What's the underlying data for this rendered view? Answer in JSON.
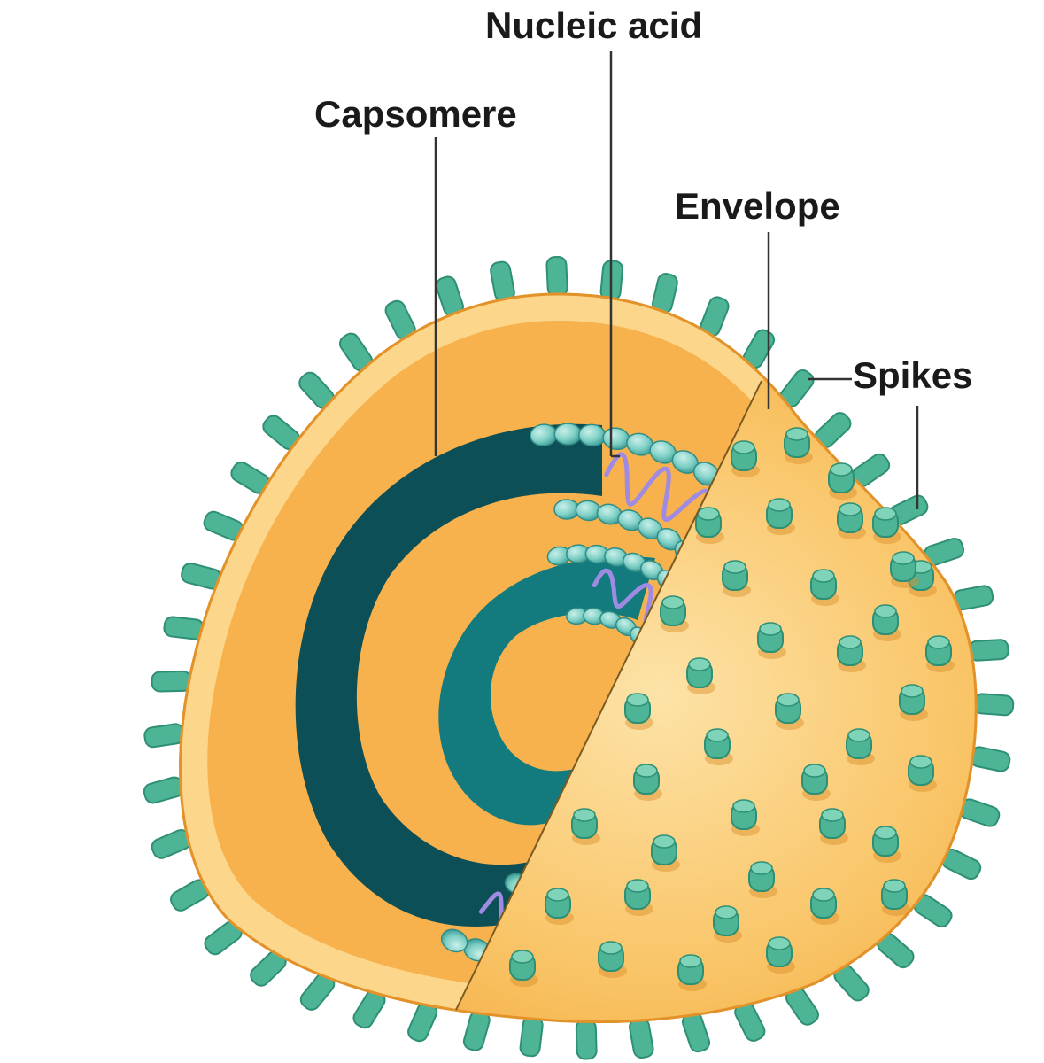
{
  "labels": {
    "nucleic_acid": "Nucleic acid",
    "capsomere": "Capsomere",
    "envelope": "Envelope",
    "spikes": "Spikes"
  },
  "colors": {
    "envelope_fill": "#f8b654",
    "envelope_rim": "#f2a337",
    "envelope_light": "#fcd98e",
    "spike": "#4db596",
    "spike_dark": "#2e8f75",
    "capsomere": "#7fd0c6",
    "capsomere_edge": "#2f8c86",
    "capsid_dark": "#0d4f57",
    "capsid_teal": "#137a7e",
    "nucleic_acid": "#9c8ae0",
    "leader": "#333333"
  }
}
